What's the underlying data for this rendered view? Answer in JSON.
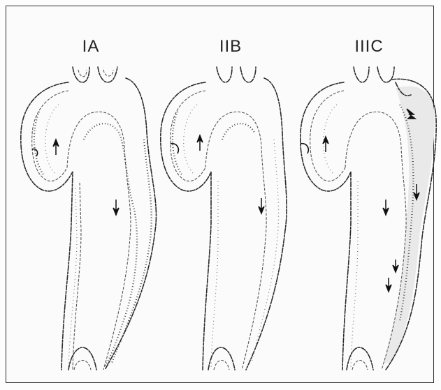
{
  "figure": {
    "panels": [
      {
        "label": "IA"
      },
      {
        "label": "IIB"
      },
      {
        "label": "IIIC"
      }
    ]
  }
}
